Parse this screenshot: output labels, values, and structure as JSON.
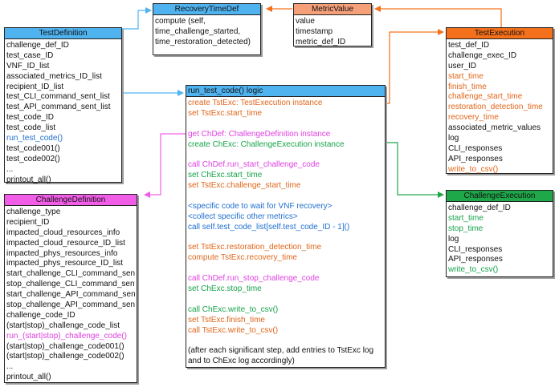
{
  "colors": {
    "blue_header": "#4fb3f0",
    "orange_header": "#f5701a",
    "light_orange_header": "#f6a07a",
    "magenta_header": "#f25de8",
    "green_header": "#1fa84a",
    "blue_text": "#1f6fd0",
    "orange_text": "#e0661a",
    "magenta_text": "#e040e0",
    "green_text": "#16a34a"
  },
  "boxes": {
    "test_definition": {
      "title": "TestDefinition",
      "rows": [
        {
          "text": "challenge_def_ID",
          "color": "black"
        },
        {
          "text": "test_case_ID",
          "color": "black"
        },
        {
          "text": "VNF_ID_list",
          "color": "black"
        },
        {
          "text": "associated_metrics_ID_list",
          "color": "black"
        },
        {
          "text": "recipient_ID_list",
          "color": "black"
        },
        {
          "text": "test_CLI_command_sent_list",
          "color": "black"
        },
        {
          "text": "test_API_command_sent_list",
          "color": "black"
        },
        {
          "text": "test_code_ID",
          "color": "black"
        },
        {
          "text": "test_code_list",
          "color": "black"
        },
        {
          "text": "run_test_code()",
          "color": "blue"
        },
        {
          "text": "test_code001()",
          "color": "black"
        },
        {
          "text": "test_code002()",
          "color": "black"
        },
        {
          "text": "...",
          "color": "black"
        },
        {
          "text": "printout_all()",
          "color": "black"
        }
      ]
    },
    "recovery_time_def": {
      "title": "RecoveryTimeDef",
      "rows": [
        {
          "text": "compute (self,",
          "color": "black"
        },
        {
          "text": "time_challenge_started,",
          "color": "black"
        },
        {
          "text": "time_restoration_detected)",
          "color": "black"
        }
      ]
    },
    "metric_value": {
      "title": "MetricValue",
      "rows": [
        {
          "text": "value",
          "color": "black"
        },
        {
          "text": "timestamp",
          "color": "black"
        },
        {
          "text": "metric_def_ID",
          "color": "black"
        }
      ]
    },
    "test_execution": {
      "title": "TestExecution",
      "rows": [
        {
          "text": "test_def_ID",
          "color": "black"
        },
        {
          "text": "challenge_exec_ID",
          "color": "black"
        },
        {
          "text": "user_ID",
          "color": "black"
        },
        {
          "text": "start_time",
          "color": "orange"
        },
        {
          "text": "finish_time",
          "color": "orange"
        },
        {
          "text": "challenge_start_time",
          "color": "orange"
        },
        {
          "text": "restoration_detection_time",
          "color": "orange"
        },
        {
          "text": "recovery_time",
          "color": "orange"
        },
        {
          "text": "associated_metric_values",
          "color": "black"
        },
        {
          "text": "log",
          "color": "black"
        },
        {
          "text": "CLI_responses",
          "color": "black"
        },
        {
          "text": "API_responses",
          "color": "black"
        },
        {
          "text": "write_to_csv()",
          "color": "orange"
        }
      ]
    },
    "run_test_code_logic": {
      "title": "run_test_code() logic",
      "rows": [
        {
          "text": "create TstExc: TestExecution instance",
          "color": "orange"
        },
        {
          "text": "set TstExc.start_time",
          "color": "orange"
        },
        {
          "text": "",
          "color": "black"
        },
        {
          "text": "get ChDef: ChallengeDefinition instance",
          "color": "magenta"
        },
        {
          "text": "create ChExc: ChallengeExecution instance",
          "color": "green"
        },
        {
          "text": "",
          "color": "black"
        },
        {
          "text": "call ChDef.run_start_challenge_code",
          "color": "magenta"
        },
        {
          "text": "set ChExc.start_time",
          "color": "green"
        },
        {
          "text": "set TstExc.challenge_start_time",
          "color": "orange"
        },
        {
          "text": "",
          "color": "black"
        },
        {
          "text": "<specific code to wait for VNF recovery>",
          "color": "blue"
        },
        {
          "text": "<collect specific other metrics>",
          "color": "blue"
        },
        {
          "text": "call self.test_code_list[self.test_code_ID - 1]()",
          "color": "blue"
        },
        {
          "text": "",
          "color": "black"
        },
        {
          "text": "set TstExc.restoration_detection_time",
          "color": "orange"
        },
        {
          "text": "compute TstExc.recovery_time",
          "color": "orange"
        },
        {
          "text": "",
          "color": "black"
        },
        {
          "text": "call ChDef.run_stop_challenge_code",
          "color": "magenta"
        },
        {
          "text": "set ChExc.stop_time",
          "color": "green"
        },
        {
          "text": "",
          "color": "black"
        },
        {
          "text": "call ChExc.write_to_csv()",
          "color": "green"
        },
        {
          "text": "set TstExc.finish_time",
          "color": "orange"
        },
        {
          "text": "call TstExc.write_to_csv()",
          "color": "orange"
        },
        {
          "text": "",
          "color": "black"
        },
        {
          "text": "(after each significant step, add entries to TstExc log",
          "color": "black"
        },
        {
          "text": "and to ChExc log accordingly)",
          "color": "black"
        }
      ]
    },
    "challenge_definition": {
      "title": "ChallengeDefinition",
      "rows": [
        {
          "text": "challenge_type",
          "color": "black"
        },
        {
          "text": "recipient_ID",
          "color": "black"
        },
        {
          "text": "impacted_cloud_resources_info",
          "color": "black"
        },
        {
          "text": "impacted_cloud_resource_ID_list",
          "color": "black"
        },
        {
          "text": "impacted_phys_resources_info",
          "color": "black"
        },
        {
          "text": "impacted_phys_resource_ID_list",
          "color": "black"
        },
        {
          "text": "start_challenge_CLI_command_sent",
          "color": "black"
        },
        {
          "text": "stop_challenge_CLI_command_sent",
          "color": "black"
        },
        {
          "text": "start_challenge_API_command_sent",
          "color": "black"
        },
        {
          "text": "stop_challenge_API_command_sent",
          "color": "black"
        },
        {
          "text": "challenge_code_ID",
          "color": "black"
        },
        {
          "text": "(start|stop)_challenge_code_list",
          "color": "black"
        },
        {
          "text": "run_(start|stop)_challenge_code()",
          "color": "magenta"
        },
        {
          "text": "(start|stop)_challenge_code001()",
          "color": "black"
        },
        {
          "text": "(start|stop)_challenge_code002()",
          "color": "black"
        },
        {
          "text": "...",
          "color": "black"
        },
        {
          "text": "printout_all()",
          "color": "black"
        }
      ]
    },
    "challenge_execution": {
      "title": "ChallengeExecution",
      "rows": [
        {
          "text": "challenge_def_ID",
          "color": "black"
        },
        {
          "text": "start_time",
          "color": "green"
        },
        {
          "text": "stop_time",
          "color": "green"
        },
        {
          "text": "log",
          "color": "black"
        },
        {
          "text": "CLI_responses",
          "color": "black"
        },
        {
          "text": "API_responses",
          "color": "black"
        },
        {
          "text": "write_to_csv()",
          "color": "green"
        }
      ]
    }
  }
}
